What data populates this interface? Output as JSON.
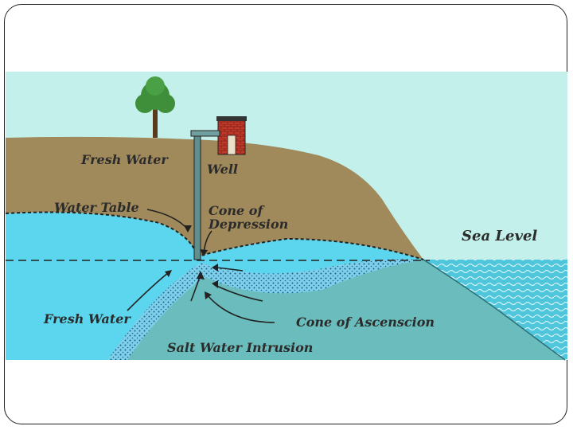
{
  "diagram": {
    "labels": {
      "fresh_water_top": "Fresh Water",
      "well": "Well",
      "water_table": "Water Table",
      "cone_of_depression_line1": "Cone of",
      "cone_of_depression_line2": "Depression",
      "sea_level": "Sea Level",
      "fresh_water_bottom": "Fresh Water",
      "cone_of_ascension": "Cone of Ascenscion",
      "salt_water_intrusion": "Salt Water Intrusion"
    },
    "colors": {
      "sky": "#c3f0ea",
      "land": "#a08a5c",
      "fresh_water": "#5bd6ee",
      "salt_water": "#6bbcbc",
      "sea": "#4fc6dc",
      "brick": "#c0392b",
      "tree": "#3f8f3a"
    }
  }
}
